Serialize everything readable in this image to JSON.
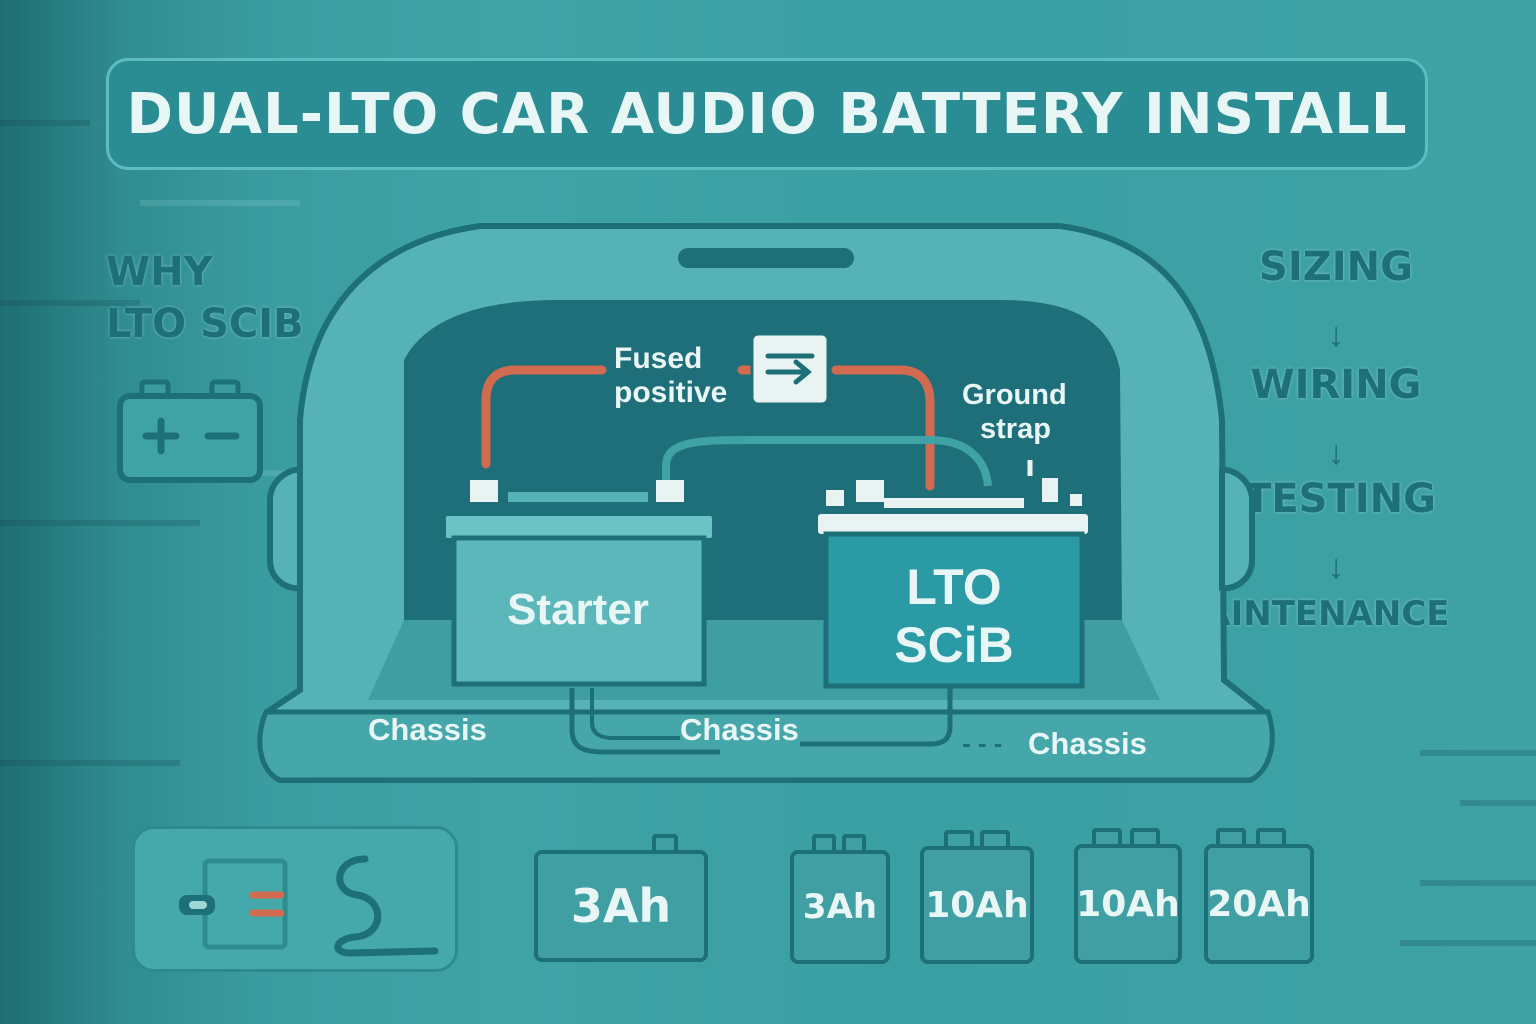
{
  "title": "DUAL-LTO CAR AUDIO BATTERY INSTALL",
  "left_panel": {
    "heading_line1": "WHY",
    "heading_line2": "LTO SCIB",
    "icon": "battery-icon"
  },
  "flow": {
    "steps": [
      "SIZING",
      "WIRING",
      "TESTING",
      "MAINTENANCE"
    ],
    "arrow": "↓"
  },
  "diagram": {
    "fuse_label_line1": "Fused",
    "fuse_label_line2": "positive",
    "ground_label_line1": "Ground",
    "ground_label_line2": "strap",
    "starter_label": "Starter",
    "lto_label_line1": "LTO",
    "lto_label_line2": "SCiB",
    "chassis_left": "Chassis",
    "chassis_center": "Chassis",
    "chassis_right": "Chassis",
    "dotted": "- - -"
  },
  "capacities": [
    "3Ah",
    "3Ah",
    "10Ah",
    "10Ah",
    "20Ah"
  ],
  "colors": {
    "background": "#3fa3a6",
    "dark_teal": "#1d6f78",
    "cable_positive": "#d26a4f",
    "text_light": "#e8f6f5"
  }
}
